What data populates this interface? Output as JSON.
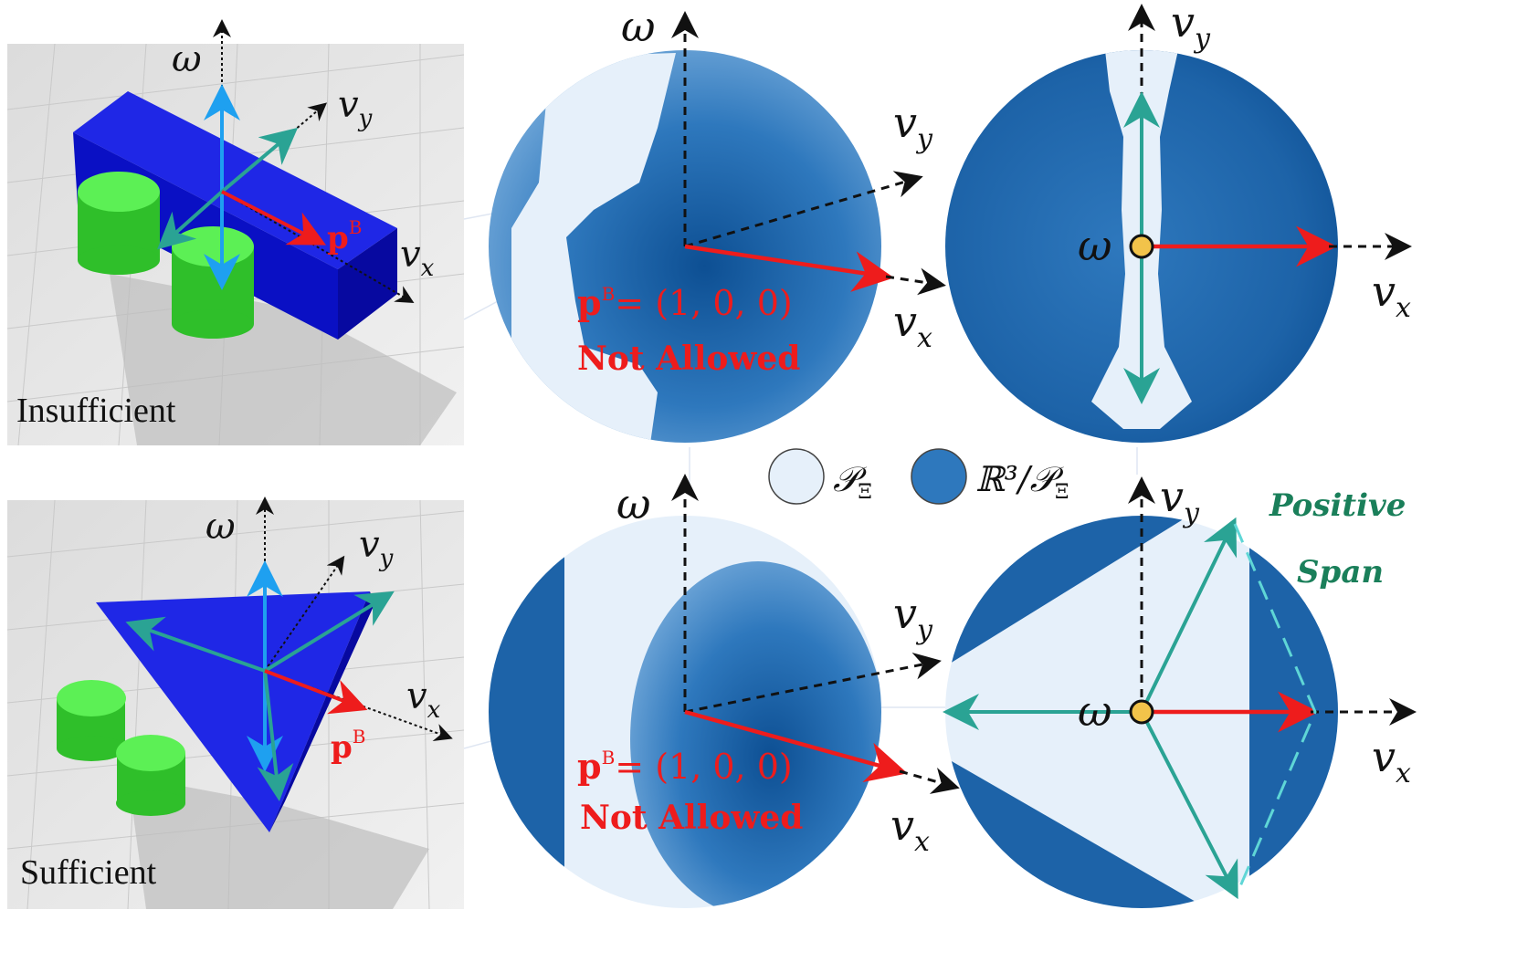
{
  "panels": {
    "top_left_label": "Insufficient",
    "bottom_left_label": "Sufficient"
  },
  "axes": {
    "omega": "ω",
    "vy": "v",
    "vy_sub": "y",
    "vx": "v",
    "vx_sub": "x"
  },
  "annotations": {
    "pB_bold": "p",
    "pB_sup": "B",
    "pB_value": "= (1, 0, 0)",
    "not_allowed": "Not Allowed",
    "positive": "Positive",
    "span": "Span"
  },
  "legend": {
    "allowed_symbol": "𝒫",
    "allowed_sub": "Ξ",
    "complement_symbol": "ℝ³/𝒫",
    "complement_sub": "Ξ"
  },
  "colors": {
    "sphere_dark": "#0d4f93",
    "sphere_mid": "#2e78bd",
    "allowed_region": "#e6f0fa",
    "block_blue": "#0a10d8",
    "cylinder_green": "#39d232",
    "arrow_red": "#ee1c1c",
    "arrow_teal": "#2aa394",
    "arrow_light_blue": "#1ea0f0",
    "omega_dot": "#f2c34a",
    "text_green": "#1a7f5a"
  },
  "icons": [
    "arrow-icon",
    "sphere-icon",
    "legend-circle-icon"
  ]
}
